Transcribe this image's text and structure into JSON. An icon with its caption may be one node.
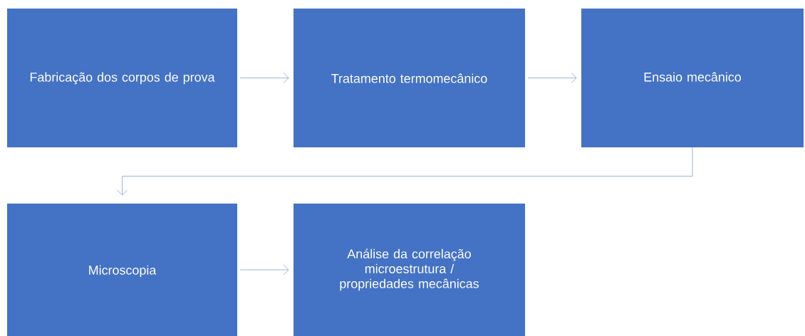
{
  "diagram": {
    "nodes": [
      {
        "text": [
          "Fabricação dos corpos de prova"
        ]
      },
      {
        "text": [
          "Tratamento termomecânico"
        ]
      },
      {
        "text": [
          "Ensaio mecânico"
        ]
      },
      {
        "text": [
          "Microscopia"
        ]
      },
      {
        "text": [
          "Análise da correlação microestrutura / propriedades mecânicas"
        ]
      }
    ],
    "edges": [
      {
        "from": 0,
        "to": 1,
        "arrow": "to"
      },
      {
        "from": 1,
        "to": 2,
        "arrow": "to"
      },
      {
        "from": 2,
        "to": 3,
        "arrow": "to"
      },
      {
        "from": 3,
        "to": 4,
        "arrow": "to"
      }
    ]
  }
}
